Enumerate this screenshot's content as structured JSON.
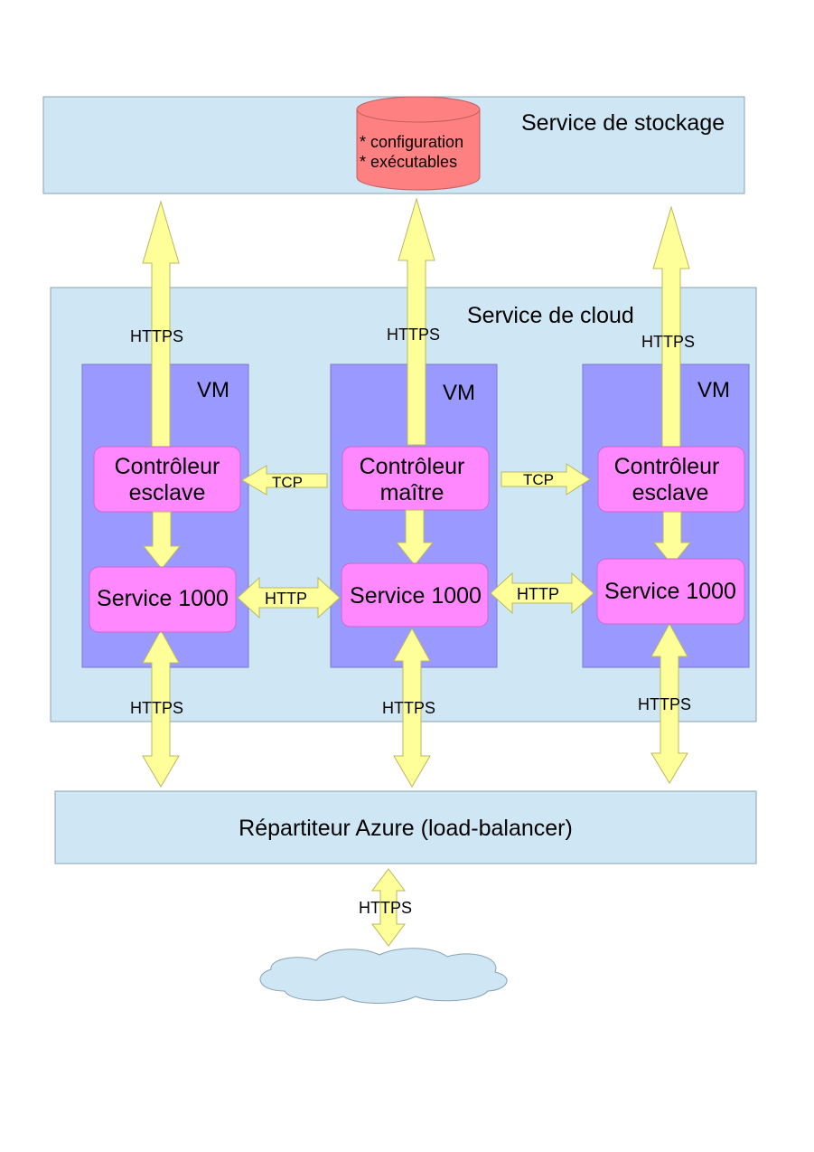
{
  "storage": {
    "title": "Service de stockage",
    "db_line1": "* configuration",
    "db_line2": "* exécutables"
  },
  "cloud": {
    "title": "Service de cloud"
  },
  "vms": [
    {
      "label": "VM",
      "controller_line1": "Contrôleur",
      "controller_line2": "esclave",
      "service": "Service 1000",
      "storage_protocol": "HTTPS",
      "lb_protocol": "HTTPS"
    },
    {
      "label": "VM",
      "controller_line1": "Contrôleur",
      "controller_line2": "maître",
      "service": "Service 1000",
      "storage_protocol": "HTTPS",
      "lb_protocol": "HTTPS"
    },
    {
      "label": "VM",
      "controller_line1": "Contrôleur",
      "controller_line2": "esclave",
      "service": "Service 1000",
      "storage_protocol": "HTTPS",
      "lb_protocol": "HTTPS"
    }
  ],
  "links": {
    "tcp_left": "TCP",
    "tcp_right": "TCP",
    "http_left": "HTTP",
    "http_right": "HTTP",
    "internet_protocol": "HTTPS"
  },
  "load_balancer": {
    "title": "Répartiteur Azure (load-balancer)"
  },
  "colors": {
    "service_box": "#cfe7f5",
    "vm": "#9999ff",
    "component": "#ff88ff",
    "arrow": "#ffff99",
    "database": "#ff8080",
    "cloud": "#cfe7f5"
  }
}
